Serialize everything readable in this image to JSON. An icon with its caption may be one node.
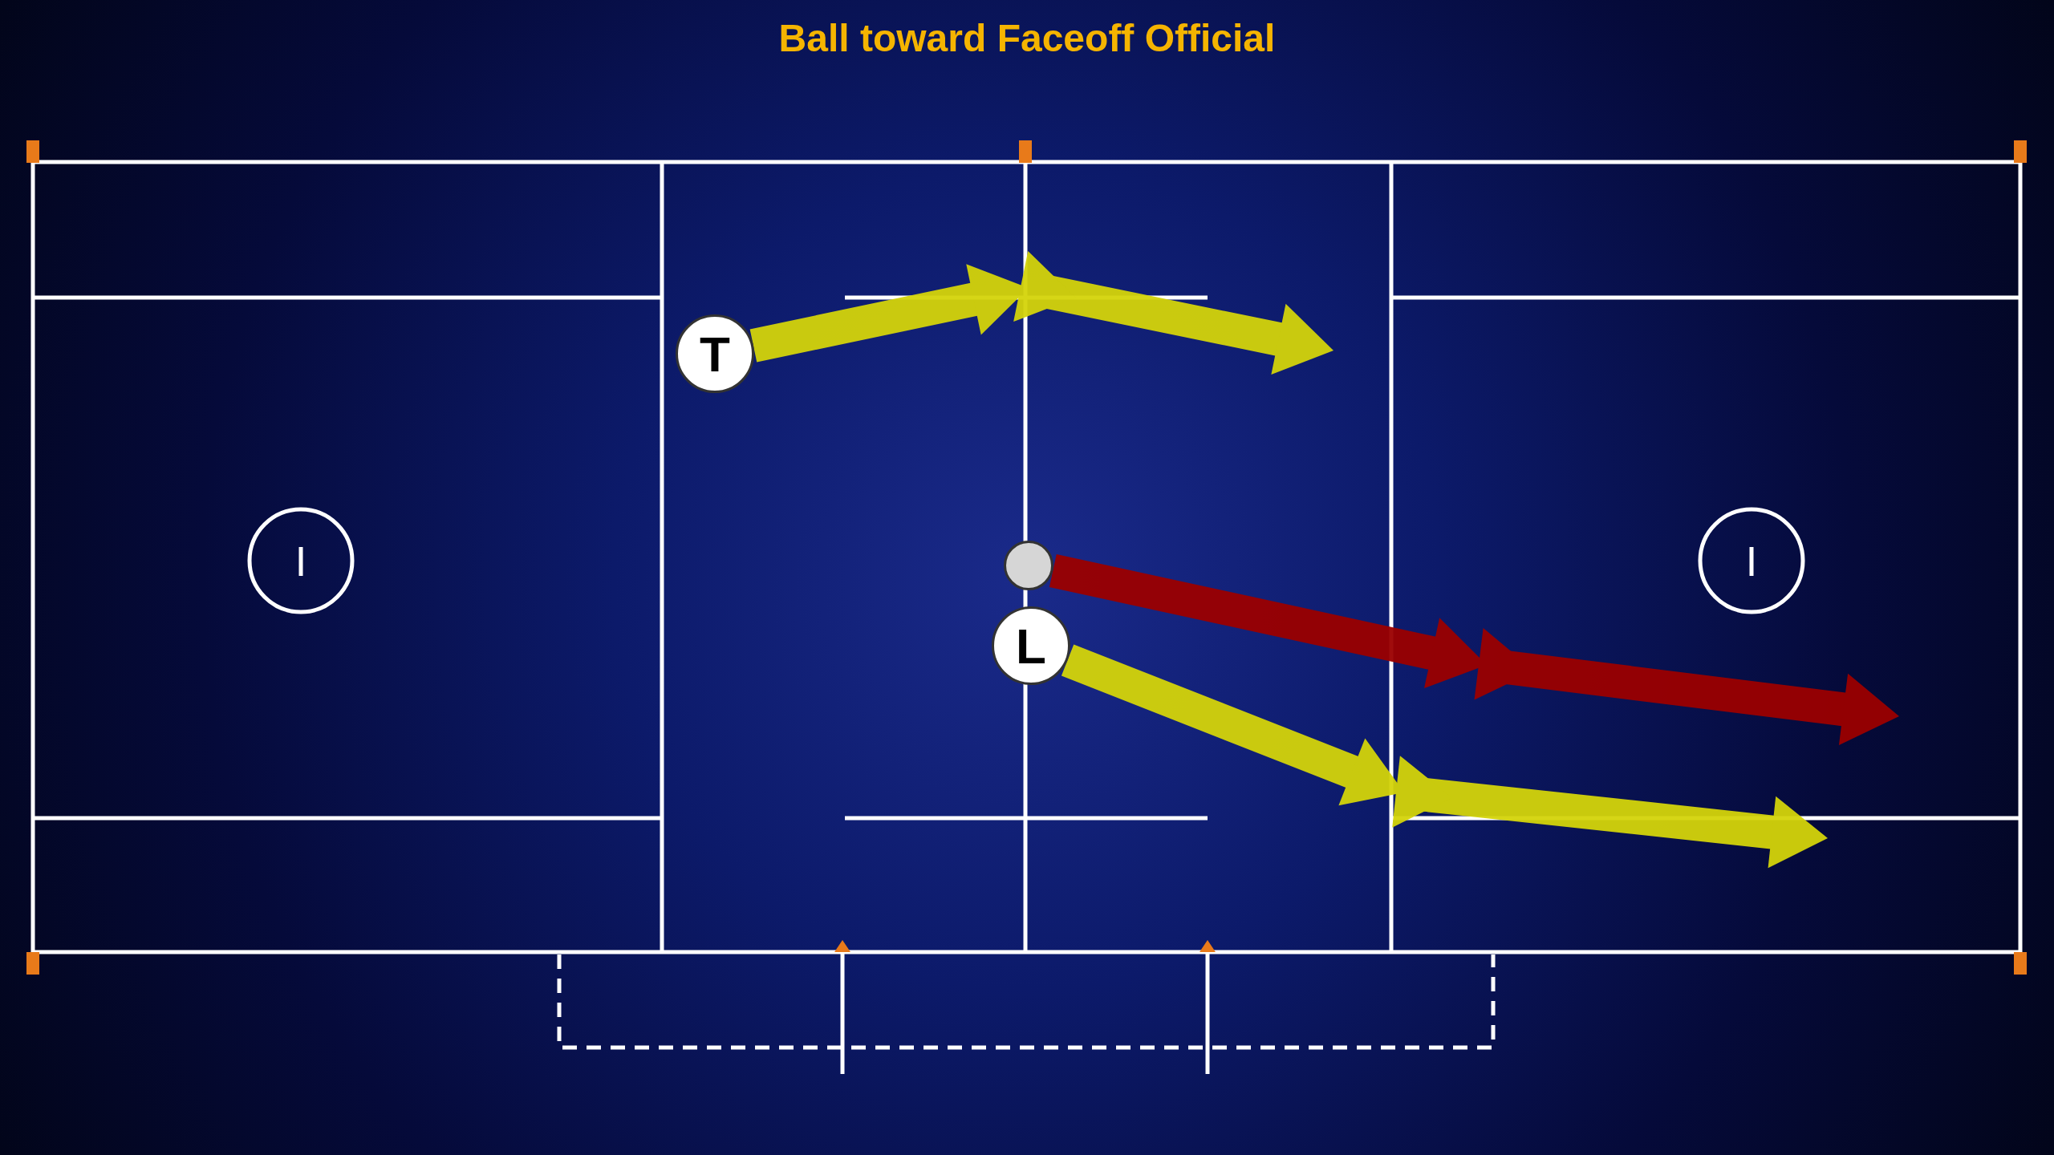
{
  "diagram": {
    "title": "Ball toward Faceoff Official",
    "nodes": [
      {
        "text": [
          "T"
        ]
      },
      {
        "text": [],
        "shape": "circle"
      },
      {
        "text": [
          "L"
        ]
      }
    ],
    "edges": [
      {
        "from": 0,
        "to": null,
        "arrow": "to"
      },
      {
        "from": 1,
        "to": null,
        "arrow": "to",
        "color": "#9b0000"
      },
      {
        "from": 2,
        "to": null,
        "arrow": "to"
      }
    ]
  }
}
